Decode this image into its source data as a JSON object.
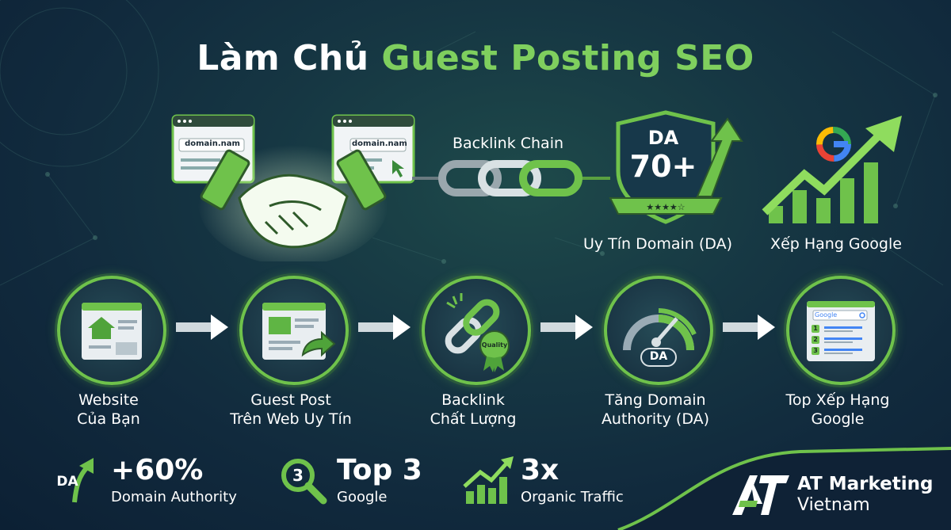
{
  "title": {
    "white": "Làm Chủ",
    "green": "Guest Posting SEO"
  },
  "top_row": {
    "window_left_url": "domain.nam",
    "window_right_url": "domain.nam",
    "backlink_chain_label": "Backlink Chain",
    "shield": {
      "line1": "DA",
      "line2": "70+"
    },
    "da_label": "Uy Tín Domain (DA)",
    "google_label": "Xếp Hạng Google"
  },
  "steps": [
    {
      "line1": "Website",
      "line2": "Của Bạn",
      "icon": "website-home-icon"
    },
    {
      "line1": "Guest Post",
      "line2": "Trên Web Uy Tín",
      "icon": "guest-post-icon"
    },
    {
      "line1": "Backlink",
      "line2": "Chất Lượng",
      "icon": "quality-link-icon",
      "badge": "Quality"
    },
    {
      "line1": "Tăng Domain",
      "line2": "Authority (DA)",
      "icon": "speedometer-icon",
      "badge": "DA"
    },
    {
      "line1": "Top Xếp Hạng",
      "line2": "Google",
      "icon": "serp-icon",
      "search": "Google",
      "ranks": [
        "1",
        "2",
        "3"
      ]
    }
  ],
  "stats": [
    {
      "icon_text": "DA",
      "big": "+60%",
      "small": "Domain Authority"
    },
    {
      "icon_text": "3",
      "big": "Top 3",
      "small": "Google"
    },
    {
      "big": "3x",
      "small": "Organic Traffic"
    }
  ],
  "brand": {
    "logo": "AT",
    "name": "AT Marketing",
    "sub": "Vietnam"
  },
  "colors": {
    "accent_green": "#7fcf5e",
    "dark_bg": "#112a3d"
  }
}
